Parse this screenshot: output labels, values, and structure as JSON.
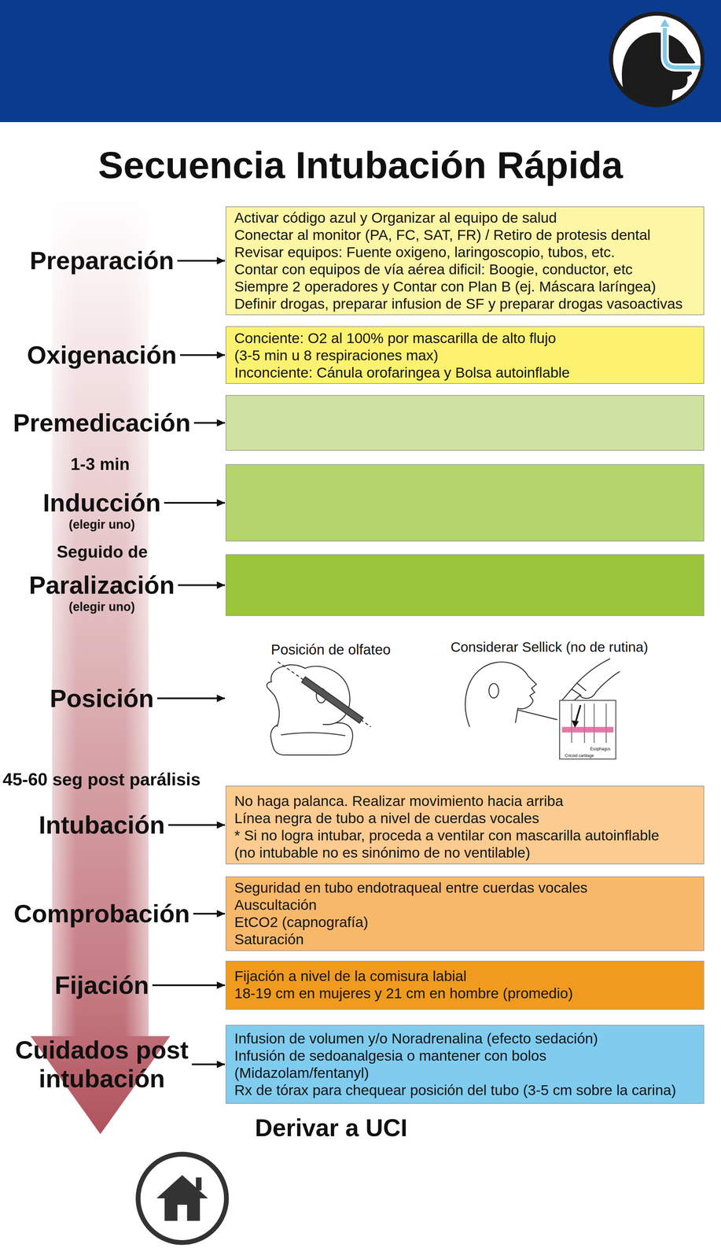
{
  "diagram": {
    "title": "Secuencia Intubación Rápida",
    "nodes": [
      {
        "text": [
          "Preparación",
          "Activar código azul y Organizar al equipo de salud",
          "Conectar al monitor (PA, FC, SAT, FR) / Retiro de protesis dental",
          "Revisar equipos: Fuente oxigeno, laringoscopio, tubos, etc.",
          "Contar con equipos de vía aérea dificil: Boogie, conductor, etc",
          "Siempre 2 operadores y Contar con Plan B (ej. Máscara laríngea)",
          "Definir drogas, preparar infusion de SF y preparar drogas vasoactivas"
        ]
      },
      {
        "text": [
          "Oxigenación",
          "Conciente: O2 al 100% por mascarilla de alto flujo",
          "(3-5 min u 8 respiraciones max)",
          "Inconciente: Cánula orofaringea y Bolsa autoinflable"
        ]
      },
      {
        "text": [
          "Premedicación"
        ]
      },
      {
        "text": [
          "Inducción",
          "(elegir uno)"
        ]
      },
      {
        "text": [
          "Paralización",
          "(elegir uno)"
        ]
      },
      {
        "text": [
          "Intubación",
          "No haga palanca. Realizar movimiento hacia arriba",
          "Línea negra de tubo a nivel de cuerdas vocales",
          "* Si no logra intubar, proceda a ventilar con mascarilla autoinflable",
          "(no intubable no es sinónimo de no ventilable)"
        ]
      },
      {
        "text": [
          "Comprobación",
          "Seguridad en tubo endotraqueal entre cuerdas vocales",
          "Auscultación",
          "EtCO2 (capnografía)",
          "Saturación"
        ]
      },
      {
        "text": [
          "Fijación",
          "Fijación a nivel de la comisura labial",
          "18-19 cm en mujeres y 21 cm en hombre (promedio)"
        ]
      },
      {
        "text": [
          "Cuidados post intubación",
          "Infusion de volumen y/o Noradrenalina (efecto sedación)",
          "Infusión de sedoanalgesia o mantener con bolos",
          "(Midazolam/fentanyl)",
          "Rx de tórax para chequear posición del tubo (3-5 cm sobre la carina)"
        ]
      }
    ],
    "labels": [
      "1-3 min",
      "Seguido de",
      "Posición",
      "Posición de olfateo",
      "Considerar Sellick (no de rutina)",
      "Esophagus",
      "Cricoid cartilage",
      "45-60 seg post parálisis",
      "Derivar a UCI"
    ]
  }
}
